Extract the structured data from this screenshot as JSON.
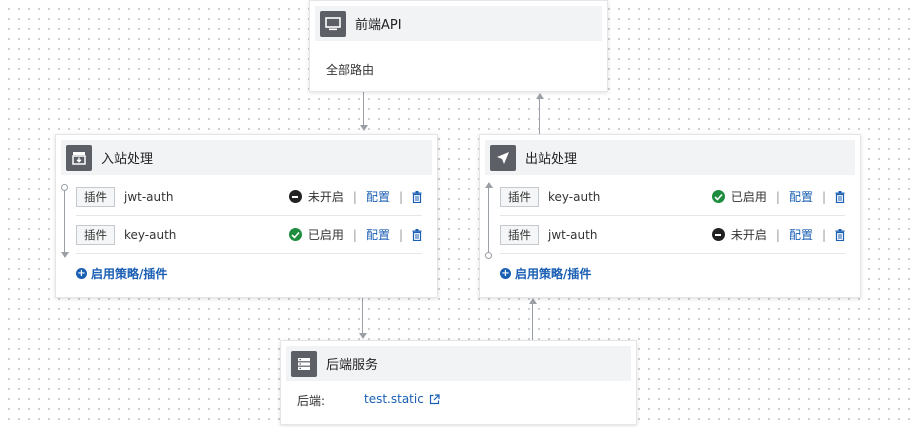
{
  "frontend": {
    "title": "前端API",
    "route": "全部路由"
  },
  "inbound": {
    "title": "入站处理",
    "plugins": [
      {
        "tag": "插件",
        "name": "jwt-auth",
        "status": "未开启",
        "enabled": false,
        "config": "配置"
      },
      {
        "tag": "插件",
        "name": "key-auth",
        "status": "已启用",
        "enabled": true,
        "config": "配置"
      }
    ],
    "add_label": "启用策略/插件"
  },
  "outbound": {
    "title": "出站处理",
    "plugins": [
      {
        "tag": "插件",
        "name": "key-auth",
        "status": "已启用",
        "enabled": true,
        "config": "配置"
      },
      {
        "tag": "插件",
        "name": "jwt-auth",
        "status": "未开启",
        "enabled": false,
        "config": "配置"
      }
    ],
    "add_label": "启用策略/插件"
  },
  "backend": {
    "title": "后端服务",
    "label": "后端:",
    "value": "test.static"
  },
  "colors": {
    "link": "#1a5fb4",
    "enabled": "#1e8e3e",
    "disabled": "#222222",
    "icon_bg": "#5c5f66"
  }
}
